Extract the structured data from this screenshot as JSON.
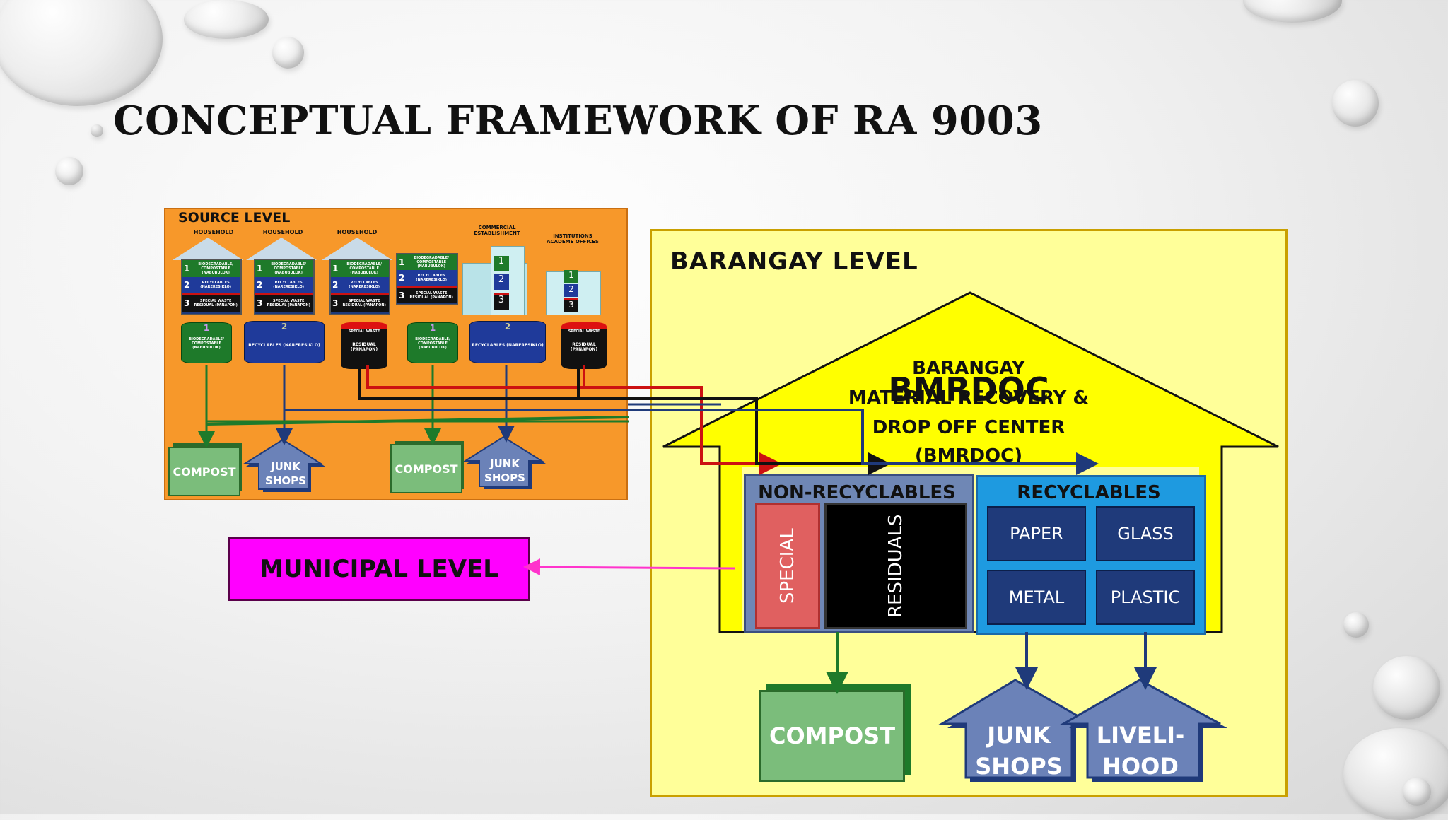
{
  "title": "CONCEPTUAL FRAMEWORK OF RA 9003",
  "source_level": {
    "label": "SOURCE LEVEL",
    "households": [
      "HOUSEHOLD",
      "HOUSEHOLD",
      "HOUSEHOLD"
    ],
    "commercial": "COMMERCIAL ESTABLISHMENT",
    "institutions": "INSTITUTIONS ACADEME OFFICES",
    "bin_rows": [
      "BIODEGRADABLE/ COMPOSTABLE (NABUBULOK)",
      "RECYCLABLES (NARERESIKLO)",
      "SPECIAL WASTE RESIDUAL (PANAPON)"
    ],
    "containers": {
      "biodegradable": "BIODEGRADABLE/ COMPOSTABLE (NABUBULOK)",
      "recyclables": "RECYCLABLES (NARERESIKLO)",
      "residual": "RESIDUAL (PANAPON)",
      "special_waste": "SPECIAL WASTE"
    },
    "numbers": [
      "1",
      "2",
      "3"
    ],
    "outputs": {
      "compost": "COMPOST",
      "junk_line1": "JUNK",
      "junk_line2": "SHOPS"
    }
  },
  "barangay_level": {
    "label": "BARANGAY LEVEL",
    "house_line1": "BARANGAY",
    "house_overlap": "BMRDOC",
    "house_line2": "MATERIAL RECOVERY &",
    "house_line3": "DROP OFF CENTER",
    "house_line4": "(BMRDOC)",
    "non_recyclables": {
      "label": "NON-RECYCLABLES",
      "special": "SPECIAL",
      "residuals": "RESIDUALS"
    },
    "recyclables": {
      "label": "RECYCLABLES",
      "items": [
        "PAPER",
        "GLASS",
        "METAL",
        "PLASTIC"
      ]
    },
    "compost": "COMPOST",
    "junk_line1": "JUNK",
    "junk_line2": "SHOPS",
    "livelihood_line1": "LIVELI-",
    "livelihood_line2": "HOOD"
  },
  "municipal_level": "MUNICIPAL LEVEL",
  "colors": {
    "source_bg": "#f7982a",
    "barangay_bg": "#ffff99",
    "house_yellow": "#ffff00",
    "municipal": "#ff00ff",
    "green": "#1e7a2a",
    "navy": "#1f3a7a",
    "red": "#cc1111",
    "arrow_magenta": "#ff33cc"
  }
}
